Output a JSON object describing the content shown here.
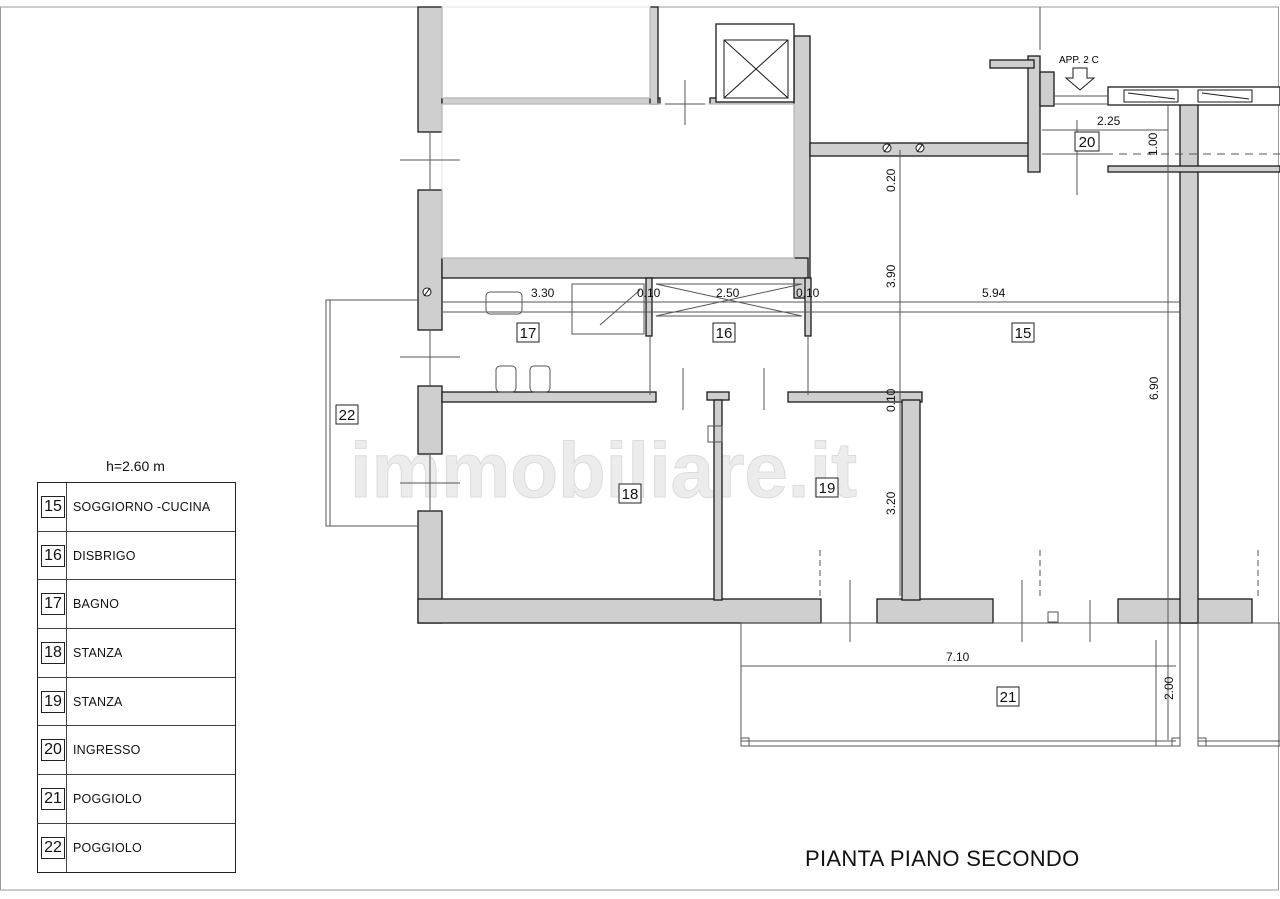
{
  "title": "PIANTA PIANO SECONDO",
  "ceiling_height": "h=2.60 m",
  "legend": [
    {
      "num": "15",
      "label": "SOGGIORNO -CUCINA"
    },
    {
      "num": "16",
      "label": "DISBRIGO"
    },
    {
      "num": "17",
      "label": "BAGNO"
    },
    {
      "num": "18",
      "label": "STANZA"
    },
    {
      "num": "19",
      "label": "STANZA"
    },
    {
      "num": "20",
      "label": "INGRESSO"
    },
    {
      "num": "21",
      "label": "POGGIOLO"
    },
    {
      "num": "22",
      "label": "POGGIOLO"
    }
  ],
  "plan": {
    "entrance_label": "APP. 2 C",
    "room_tags": [
      "15",
      "16",
      "17",
      "18",
      "19",
      "20",
      "21",
      "22"
    ],
    "dimensions": {
      "bath_width": "3.30",
      "wall_a": "0.10",
      "hall_width": "2.50",
      "wall_b": "0.10",
      "living_width": "5.94",
      "living_depth": "6.90",
      "upper_depth": "3.90",
      "upper_gap": "0.20",
      "mid_wall": "0.10",
      "room19_depth": "3.20",
      "entry_width": "2.25",
      "entry_depth": "1.00",
      "balcony_width": "7.10",
      "balcony_depth": "2.00"
    },
    "watermark": "immobiliare.it"
  },
  "colors": {
    "wall_fill": "#cfcfcf",
    "line": "#1a1a1a",
    "thin_line": "#555555",
    "watermark": "#e9e9e9"
  }
}
